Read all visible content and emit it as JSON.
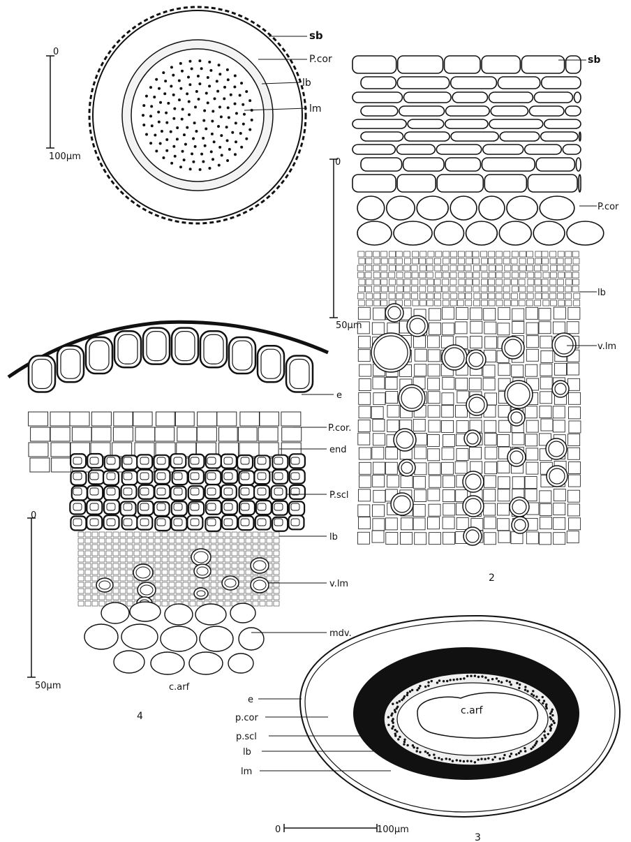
{
  "figure1": {
    "labels": {
      "sb": "sb",
      "pcor": "P.cor",
      "lb": "lb",
      "lm": "lm"
    },
    "scale": {
      "zero": "0",
      "value": "100µm"
    }
  },
  "figure2": {
    "number": "2",
    "labels": {
      "sb": "sb",
      "pcor": "P.cor",
      "lb": "lb",
      "vlm": "v.lm"
    },
    "scale": {
      "zero": "0",
      "value": "50µm"
    }
  },
  "figure3": {
    "number": "3",
    "labels": {
      "e": "e",
      "pcor": "p.cor",
      "pscl": "p.scl",
      "lb": "lb",
      "lm": "lm",
      "carf": "c.arf"
    },
    "scale": {
      "zero": "0",
      "value": "100µm"
    }
  },
  "figure4": {
    "number": "4",
    "labels": {
      "e": "e",
      "pcor": "P.cor.",
      "end": "end",
      "pscl": "P.scl",
      "lb": "lb",
      "vlm": "v.lm",
      "mdv": "mdv.",
      "carf": "c.arf"
    },
    "scale": {
      "zero": "0",
      "value": "50µm"
    }
  }
}
